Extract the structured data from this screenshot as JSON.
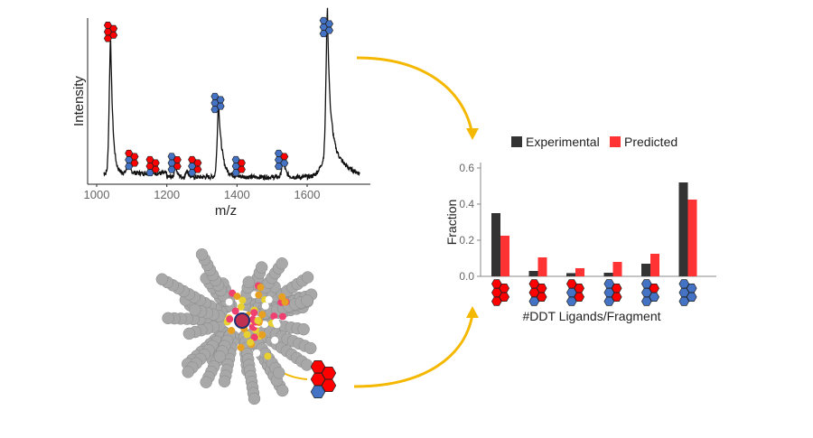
{
  "colors": {
    "experimental": "#333333",
    "predicted": "#ff3333",
    "red_ligand": "#ff0000",
    "blue_ligand": "#4472c4",
    "arrow": "#f5b800",
    "axis_text": "#666666"
  },
  "chart_data": [
    {
      "type": "line",
      "title": "",
      "xlabel": "m/z",
      "ylabel": "Intensity",
      "xlim": [
        970,
        1780
      ],
      "xticks": [
        "1000",
        "1200",
        "1400",
        "1600"
      ],
      "xtick_values": [
        1000,
        1200,
        1400,
        1600
      ],
      "range": [
        1020,
        1750
      ],
      "baseline": 0.04,
      "peaks": [
        {
          "mz": 1040,
          "intensity": 0.85,
          "width": 4
        },
        {
          "mz": 1090,
          "intensity": 0.06,
          "width": 4
        },
        {
          "mz": 1225,
          "intensity": 0.08,
          "width": 3
        },
        {
          "mz": 1258,
          "intensity": 0.05,
          "width": 3
        },
        {
          "mz": 1348,
          "intensity": 0.42,
          "width": 4
        },
        {
          "mz": 1358,
          "intensity": 0.08,
          "width": 10
        },
        {
          "mz": 1532,
          "intensity": 0.12,
          "width": 4
        },
        {
          "mz": 1658,
          "intensity": 0.88,
          "width": 4
        },
        {
          "mz": 1672,
          "intensity": 0.22,
          "width": 22
        }
      ],
      "peak_labels": [
        {
          "mz": 1040,
          "red_count": 5,
          "height": 0.97
        },
        {
          "mz": 1100,
          "red_count": 3,
          "height": 0.16
        },
        {
          "mz": 1160,
          "red_count": 4,
          "height": 0.12
        },
        {
          "mz": 1222,
          "red_count": 2,
          "height": 0.14
        },
        {
          "mz": 1280,
          "red_count": 3,
          "height": 0.12
        },
        {
          "mz": 1345,
          "red_count": 0,
          "height": 0.52
        },
        {
          "mz": 1405,
          "red_count": 2,
          "height": 0.12
        },
        {
          "mz": 1527,
          "red_count": 1,
          "height": 0.16
        },
        {
          "mz": 1655,
          "red_count": 0,
          "height": 1.0
        }
      ]
    },
    {
      "type": "bar",
      "title": "",
      "xlabel": "#DDT Ligands/Fragment",
      "ylabel": "Fraction",
      "ylim": [
        0,
        0.62
      ],
      "yticks": [
        "0.0",
        "0.2",
        "0.4",
        "0.6"
      ],
      "ytick_values": [
        0,
        0.2,
        0.4,
        0.6
      ],
      "categories_red_count": [
        5,
        4,
        3,
        2,
        1,
        0
      ],
      "legend": {
        "placement": "top",
        "entries": [
          "Experimental",
          "Predicted"
        ]
      },
      "series": [
        {
          "name": "Experimental",
          "values": [
            0.35,
            0.03,
            0.018,
            0.02,
            0.07,
            0.52
          ]
        },
        {
          "name": "Predicted",
          "values": [
            0.225,
            0.105,
            0.045,
            0.08,
            0.125,
            0.425
          ]
        }
      ]
    }
  ],
  "fragment_icon": {
    "red_count": 4
  }
}
